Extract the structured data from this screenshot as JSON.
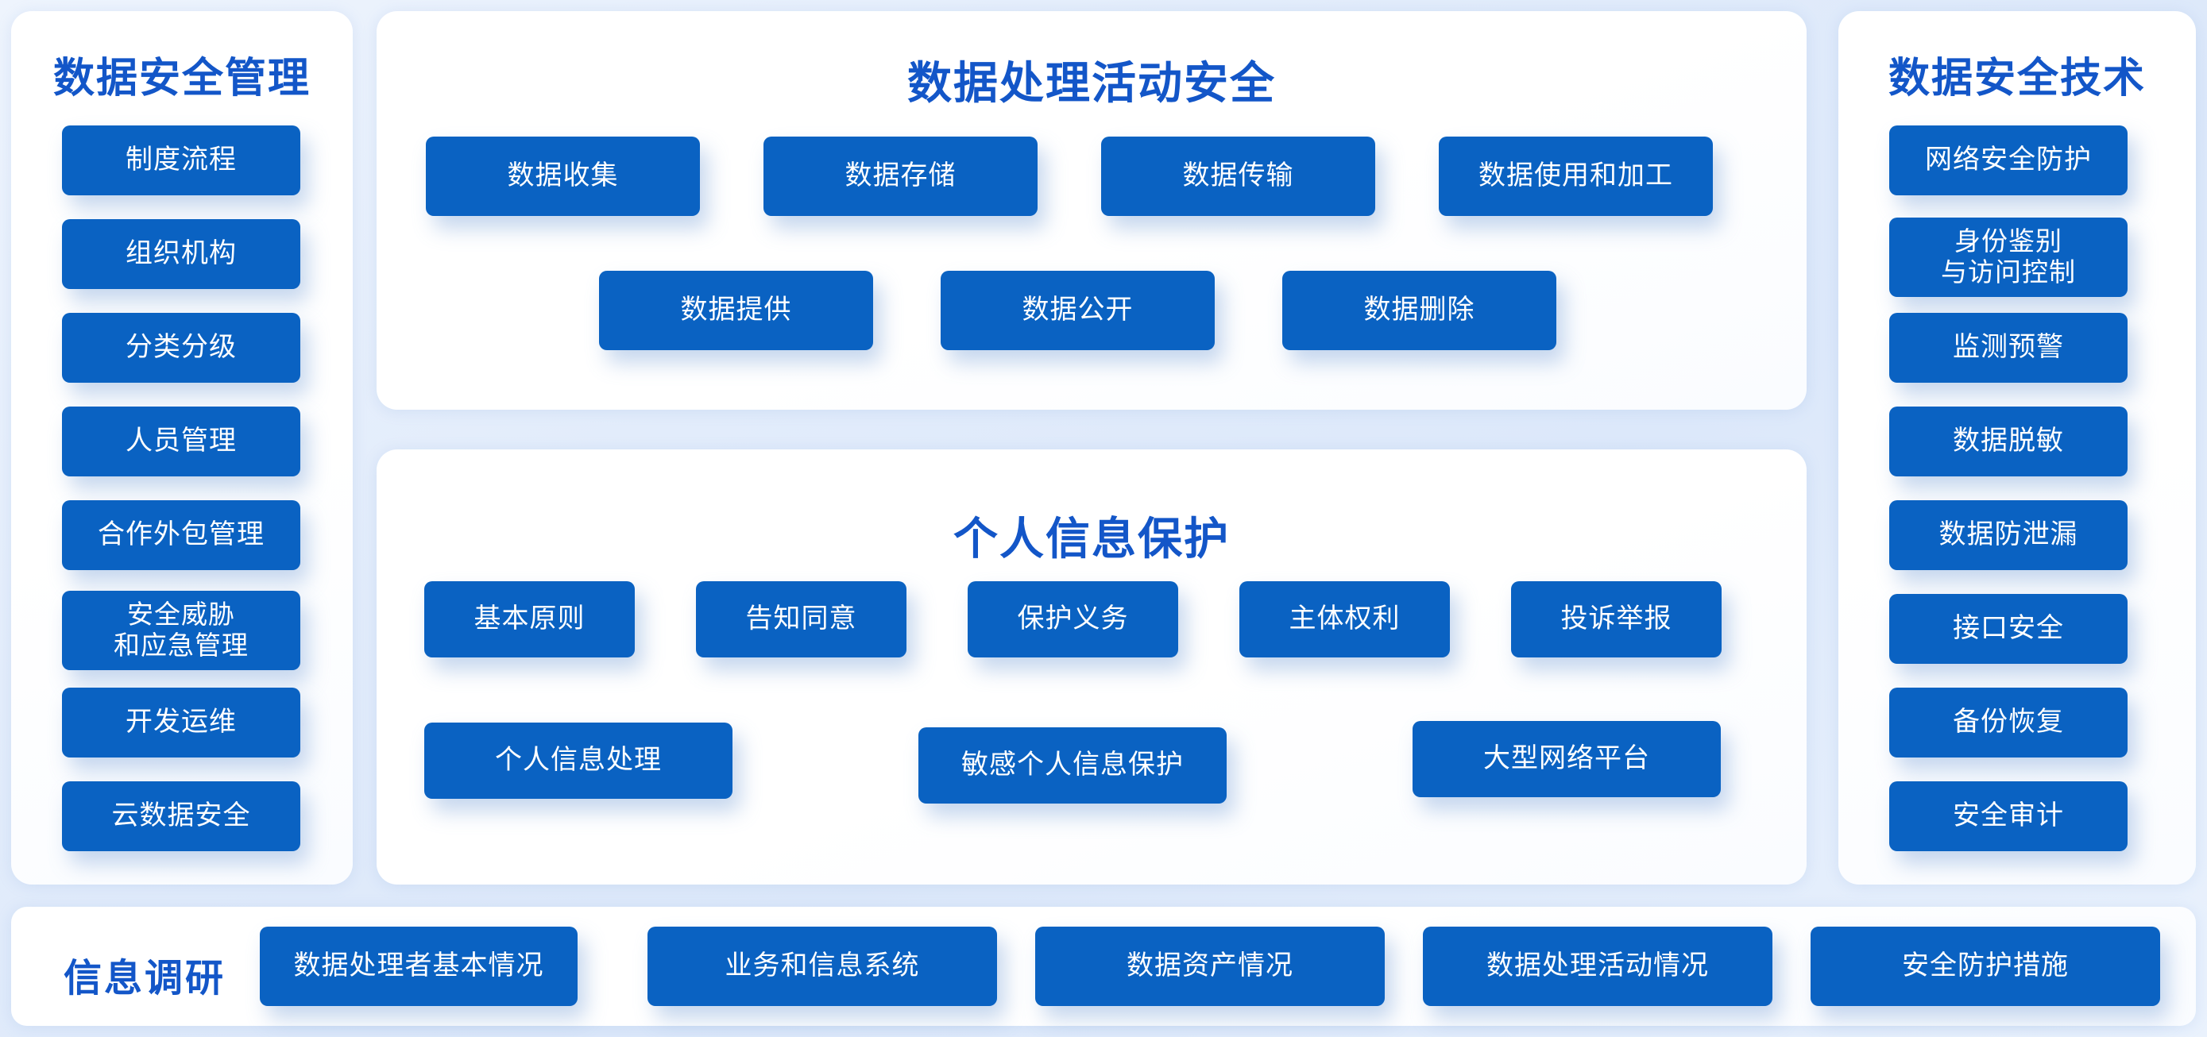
{
  "theme": {
    "chip_blue": "#0a62c2",
    "title_blue": "#1356c8",
    "panel_white": "#ffffff",
    "background_blue": "#e2ecfb"
  },
  "left_panel": {
    "title": "数据安全管理",
    "items": [
      {
        "label": "制度流程"
      },
      {
        "label": "组织机构"
      },
      {
        "label": "分类分级"
      },
      {
        "label": "人员管理"
      },
      {
        "label": "合作外包管理"
      },
      {
        "label": "安全威胁\n和应急管理"
      },
      {
        "label": "开发运维"
      },
      {
        "label": "云数据安全"
      }
    ]
  },
  "center_top_panel": {
    "title": "数据处理活动安全",
    "row1": [
      {
        "label": "数据收集"
      },
      {
        "label": "数据存储"
      },
      {
        "label": "数据传输"
      },
      {
        "label": "数据使用和加工"
      }
    ],
    "row2": [
      {
        "label": "数据提供"
      },
      {
        "label": "数据公开"
      },
      {
        "label": "数据删除"
      }
    ]
  },
  "center_bottom_panel": {
    "title": "个人信息保护",
    "row1": [
      {
        "label": "基本原则"
      },
      {
        "label": "告知同意"
      },
      {
        "label": "保护义务"
      },
      {
        "label": "主体权利"
      },
      {
        "label": "投诉举报"
      }
    ],
    "row2": [
      {
        "label": "个人信息处理"
      },
      {
        "label": "敏感个人信息保护"
      },
      {
        "label": "大型网络平台"
      }
    ]
  },
  "right_panel": {
    "title": "数据安全技术",
    "items": [
      {
        "label": "网络安全防护"
      },
      {
        "label": "身份鉴别\n与访问控制"
      },
      {
        "label": "监测预警"
      },
      {
        "label": "数据脱敏"
      },
      {
        "label": "数据防泄漏"
      },
      {
        "label": "接口安全"
      },
      {
        "label": "备份恢复"
      },
      {
        "label": "安全审计"
      }
    ]
  },
  "bottom_bar": {
    "label": "信息调研",
    "items": [
      {
        "label": "数据处理者基本情况"
      },
      {
        "label": "业务和信息系统"
      },
      {
        "label": "数据资产情况"
      },
      {
        "label": "数据处理活动情况"
      },
      {
        "label": "安全防护措施"
      }
    ]
  }
}
